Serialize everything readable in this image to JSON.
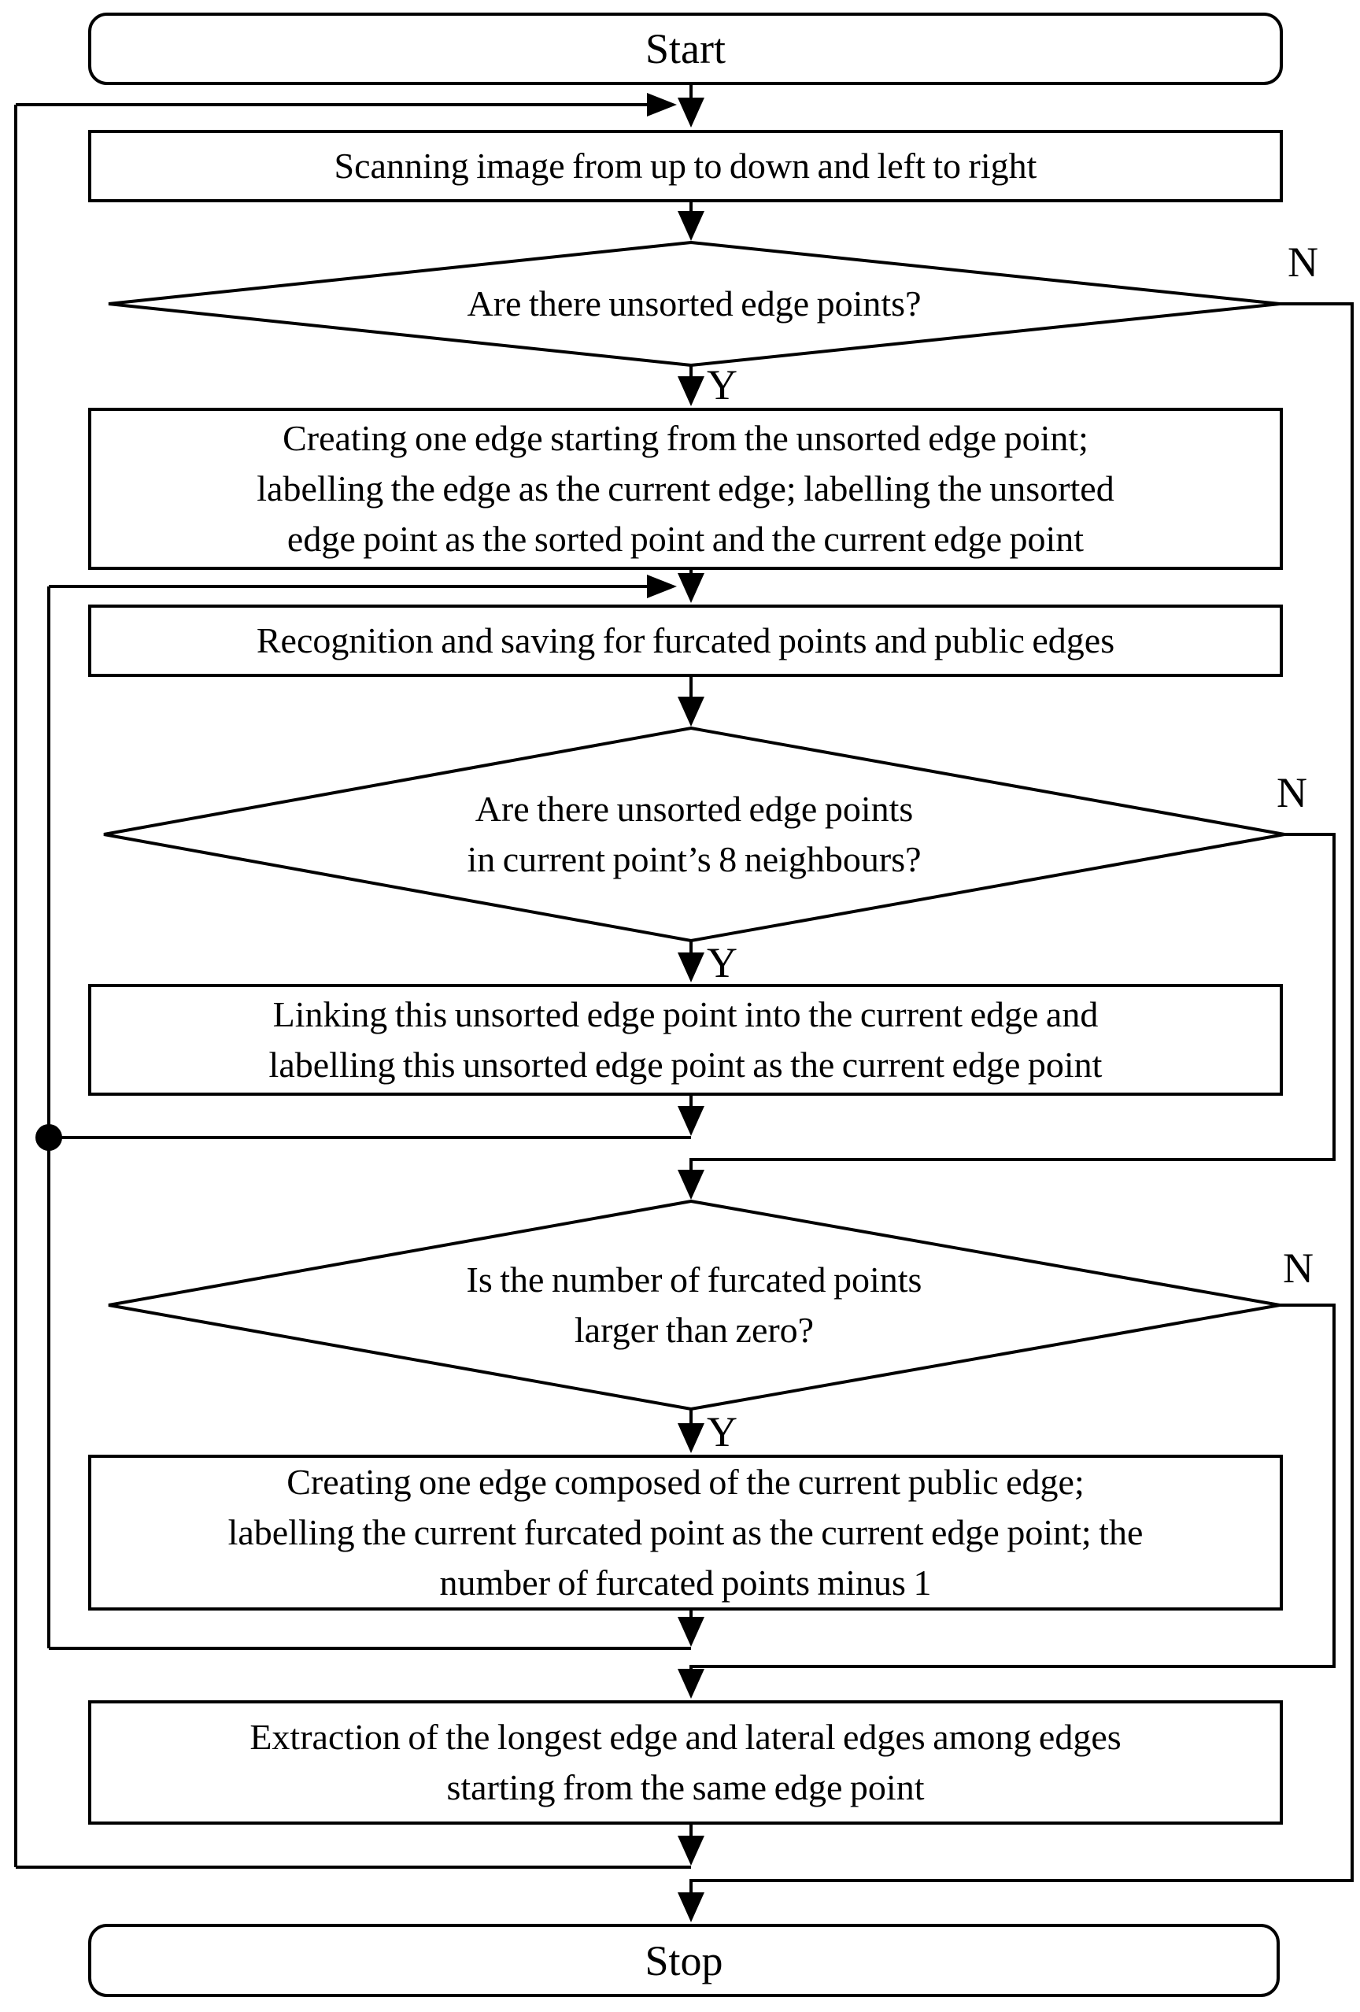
{
  "diagram": {
    "type": "flowchart",
    "title_implicit": "Edge sorting flowchart",
    "colors": {
      "line": "#000000",
      "background": "#ffffff",
      "text": "#000000"
    },
    "labels": {
      "yes": "Y",
      "no": "N"
    },
    "nodes": {
      "start": {
        "shape": "rounded-terminal",
        "lines": [
          "Start"
        ]
      },
      "scan": {
        "shape": "process",
        "lines": [
          "Scanning image from up to down and left to right"
        ]
      },
      "decision_unsorted": {
        "shape": "decision",
        "lines": [
          "Are there unsorted edge points?"
        ]
      },
      "create_edge": {
        "shape": "process",
        "lines": [
          "Creating one edge starting from the unsorted edge point;",
          "labelling the edge as the current edge; labelling the unsorted",
          "edge point as the sorted point and the current edge point"
        ]
      },
      "recognition": {
        "shape": "process",
        "lines": [
          "Recognition and saving for furcated points and public edges"
        ]
      },
      "decision_neighbours": {
        "shape": "decision",
        "lines": [
          "Are there unsorted edge points",
          "in current point’s 8 neighbours?"
        ]
      },
      "linking": {
        "shape": "process",
        "lines": [
          "Linking this unsorted edge point into the current edge and",
          "labelling this unsorted edge point as the current edge point"
        ]
      },
      "decision_furcated": {
        "shape": "decision",
        "lines": [
          "Is the number of furcated points",
          "larger than zero?"
        ]
      },
      "create_composed": {
        "shape": "process",
        "lines": [
          "Creating one edge composed of the current public edge;",
          "labelling the current furcated point as the current edge point; the",
          "number of furcated points minus 1"
        ]
      },
      "extraction": {
        "shape": "process",
        "lines": [
          "Extraction of the longest edge and lateral edges among edges",
          "starting from the same edge point"
        ]
      },
      "stop": {
        "shape": "rounded-terminal",
        "lines": [
          "Stop"
        ]
      }
    },
    "edges": [
      {
        "from": "start",
        "to": "scan",
        "label": ""
      },
      {
        "from": "scan",
        "to": "decision_unsorted",
        "label": ""
      },
      {
        "from": "decision_unsorted",
        "to": "create_edge",
        "label": "Y"
      },
      {
        "from": "decision_unsorted",
        "to": "stop",
        "label": "N"
      },
      {
        "from": "create_edge",
        "to": "recognition",
        "label": ""
      },
      {
        "from": "recognition",
        "to": "decision_neighbours",
        "label": ""
      },
      {
        "from": "decision_neighbours",
        "to": "linking",
        "label": "Y"
      },
      {
        "from": "decision_neighbours",
        "to": "decision_furcated",
        "label": "N"
      },
      {
        "from": "linking",
        "to": "recognition",
        "label": "loop-back"
      },
      {
        "from": "decision_furcated",
        "to": "create_composed",
        "label": "Y"
      },
      {
        "from": "decision_furcated",
        "to": "extraction",
        "label": "N"
      },
      {
        "from": "create_composed",
        "to": "recognition",
        "label": "loop-back"
      },
      {
        "from": "extraction",
        "to": "scan",
        "label": "loop-back"
      },
      {
        "from": "extraction",
        "to": "stop",
        "label": ""
      }
    ]
  }
}
